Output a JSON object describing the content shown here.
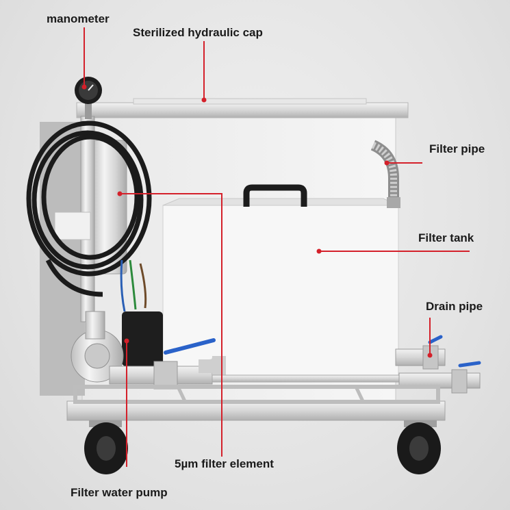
{
  "labels": {
    "manometer": "manometer",
    "sterilized_cap": "Sterilized hydraulic cap",
    "filter_pipe": "Filter pipe",
    "filter_tank": "Filter tank",
    "drain_pipe": "Drain pipe",
    "filter_element": "5µm filter element",
    "filter_pump": "Filter water pump"
  },
  "colors": {
    "leader_line": "#d4202a",
    "steel": "#d8d8d8",
    "hose": "#1b1b1b"
  }
}
